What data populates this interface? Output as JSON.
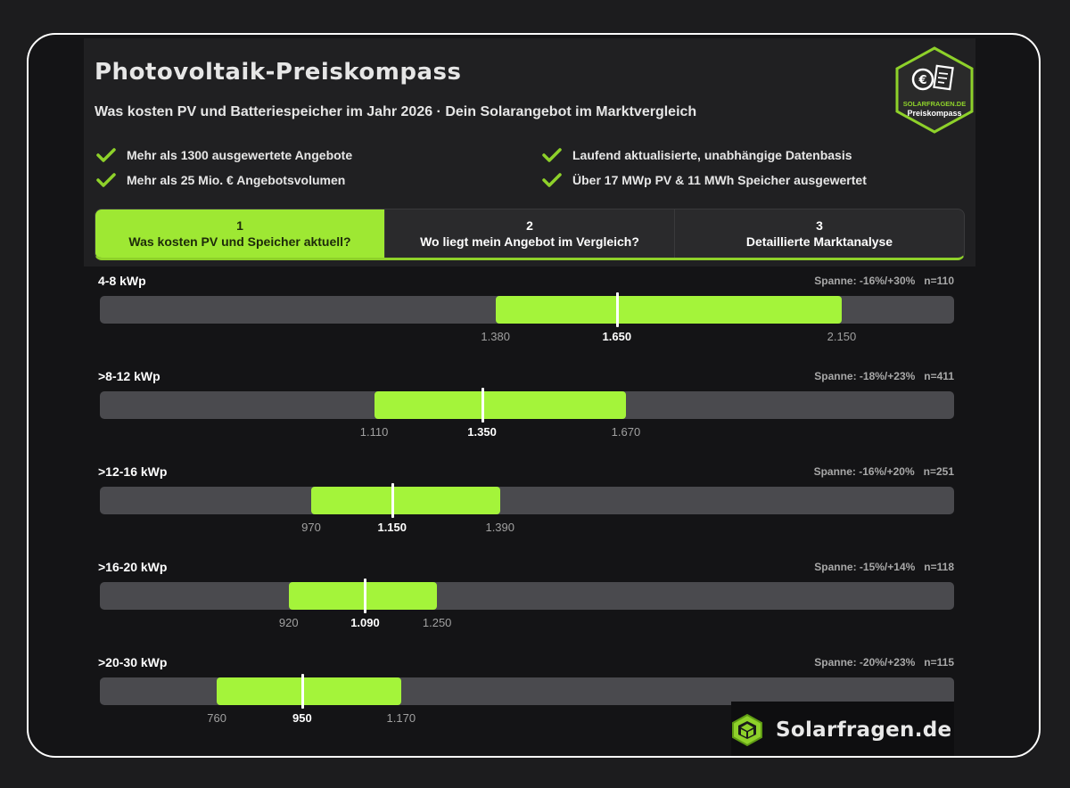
{
  "header": {
    "title": "Photovoltaik-Preiskompass",
    "subtitle": "Was kosten PV und Batteriespeicher im Jahr 2026  ·  Dein Solarangebot im Marktvergleich"
  },
  "logo": {
    "line1": "SOLARFRAGEN.DE",
    "line2": "Preiskompass",
    "accent": "#8ed12a"
  },
  "features": [
    "Mehr als 1300 ausgewertete Angebote",
    "Mehr als 25 Mio. € Angebotsvolumen",
    "Laufend aktualisierte, unabhängige Datenbasis",
    "Über 17 MWp PV & 11 MWh Speicher ausgewertet"
  ],
  "tabs": [
    {
      "number": "1",
      "label": "Was kosten PV und Speicher aktuell?",
      "active": true
    },
    {
      "number": "2",
      "label": "Wo liegt mein Angebot im Vergleich?",
      "active": false
    },
    {
      "number": "3",
      "label": "Detaillierte Marktanalyse",
      "active": false
    }
  ],
  "scale": {
    "min": 500,
    "max": 2400
  },
  "rows": [
    {
      "label": "4-8 kWp",
      "meta": "Spanne: -16%/+30%   n=110",
      "low": 1380,
      "median": 1650,
      "high": 2150,
      "low_label": "1.380",
      "median_label": "1.650",
      "high_label": "2.150"
    },
    {
      "label": ">8-12 kWp",
      "meta": "Spanne: -18%/+23%   n=411",
      "low": 1110,
      "median": 1350,
      "high": 1670,
      "low_label": "1.110",
      "median_label": "1.350",
      "high_label": "1.670"
    },
    {
      "label": ">12-16 kWp",
      "meta": "Spanne: -16%/+20%   n=251",
      "low": 970,
      "median": 1150,
      "high": 1390,
      "low_label": "970",
      "median_label": "1.150",
      "high_label": "1.390"
    },
    {
      "label": ">16-20 kWp",
      "meta": "Spanne: -15%/+14%   n=118",
      "low": 920,
      "median": 1090,
      "high": 1250,
      "low_label": "920",
      "median_label": "1.090",
      "high_label": "1.250"
    },
    {
      "label": ">20-30 kWp",
      "meta": "Spanne: -20%/+23%   n=115",
      "low": 760,
      "median": 950,
      "high": 1170,
      "low_label": "760",
      "median_label": "950",
      "high_label": "1.170"
    }
  ],
  "brand": {
    "name": "Solarfragen.de"
  },
  "colors": {
    "accent": "#a4f43a",
    "track": "#4a4a4e",
    "check": "#8ed12a"
  }
}
